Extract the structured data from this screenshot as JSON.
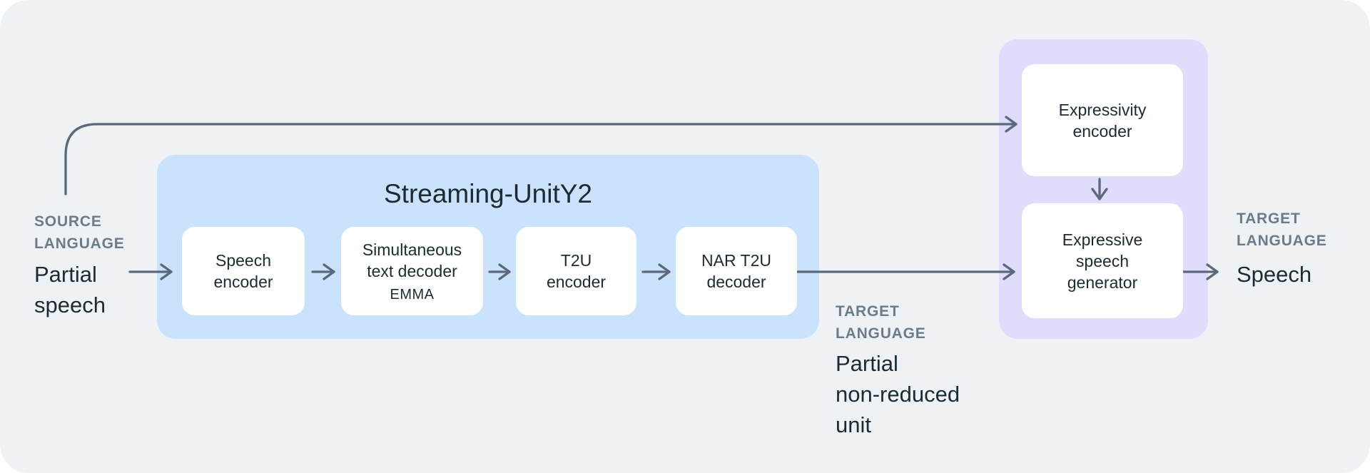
{
  "colors": {
    "panel": "#eff2f5",
    "blue": "#cbe2fc",
    "purple": "#dfddfb",
    "card": "#ffffff",
    "ink": "#1c2b33",
    "muted": "#6b7b8a",
    "arrow": "#5b6a7a"
  },
  "source": {
    "label_line1": "SOURCE",
    "label_line2": "LANGUAGE",
    "value_line1": "Partial",
    "value_line2": "speech"
  },
  "pipeline": {
    "title": "Streaming-UnitY2",
    "speech_encoder": {
      "line1": "Speech",
      "line2": "encoder"
    },
    "simultaneous_text_decoder": {
      "line1": "Simultaneous",
      "line2": "text decoder",
      "sub": "EMMA"
    },
    "t2u_encoder": {
      "line1": "T2U",
      "line2": "encoder"
    },
    "nar_t2u_decoder": {
      "line1": "NAR T2U",
      "line2": "decoder"
    }
  },
  "intermediate_output": {
    "label_line1": "TARGET",
    "label_line2": "LANGUAGE",
    "value_line1": "Partial",
    "value_line2": "non-reduced",
    "value_line3": "unit"
  },
  "expressive_block": {
    "expressivity_encoder": {
      "line1": "Expressivity",
      "line2": "encoder"
    },
    "expressive_speech_generator": {
      "line1": "Expressive",
      "line2": "speech",
      "line3": "generator"
    }
  },
  "final_output": {
    "label_line1": "TARGET",
    "label_line2": "LANGUAGE",
    "value": "Speech"
  }
}
